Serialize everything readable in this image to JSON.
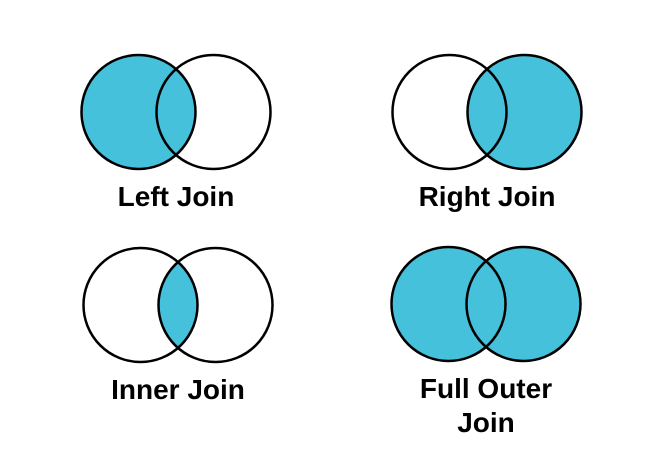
{
  "page": {
    "background": "#ffffff"
  },
  "colors": {
    "fill": "#45C1DC",
    "stroke": "#000000",
    "text": "#000000"
  },
  "diagrams": [
    {
      "id": "left-join",
      "label": "Left Join",
      "filled_region": "left"
    },
    {
      "id": "right-join",
      "label": "Right Join",
      "filled_region": "right"
    },
    {
      "id": "inner-join",
      "label": "Inner Join",
      "filled_region": "intersection"
    },
    {
      "id": "full-outer-join",
      "label": "Full Outer Join",
      "filled_region": "both"
    }
  ]
}
